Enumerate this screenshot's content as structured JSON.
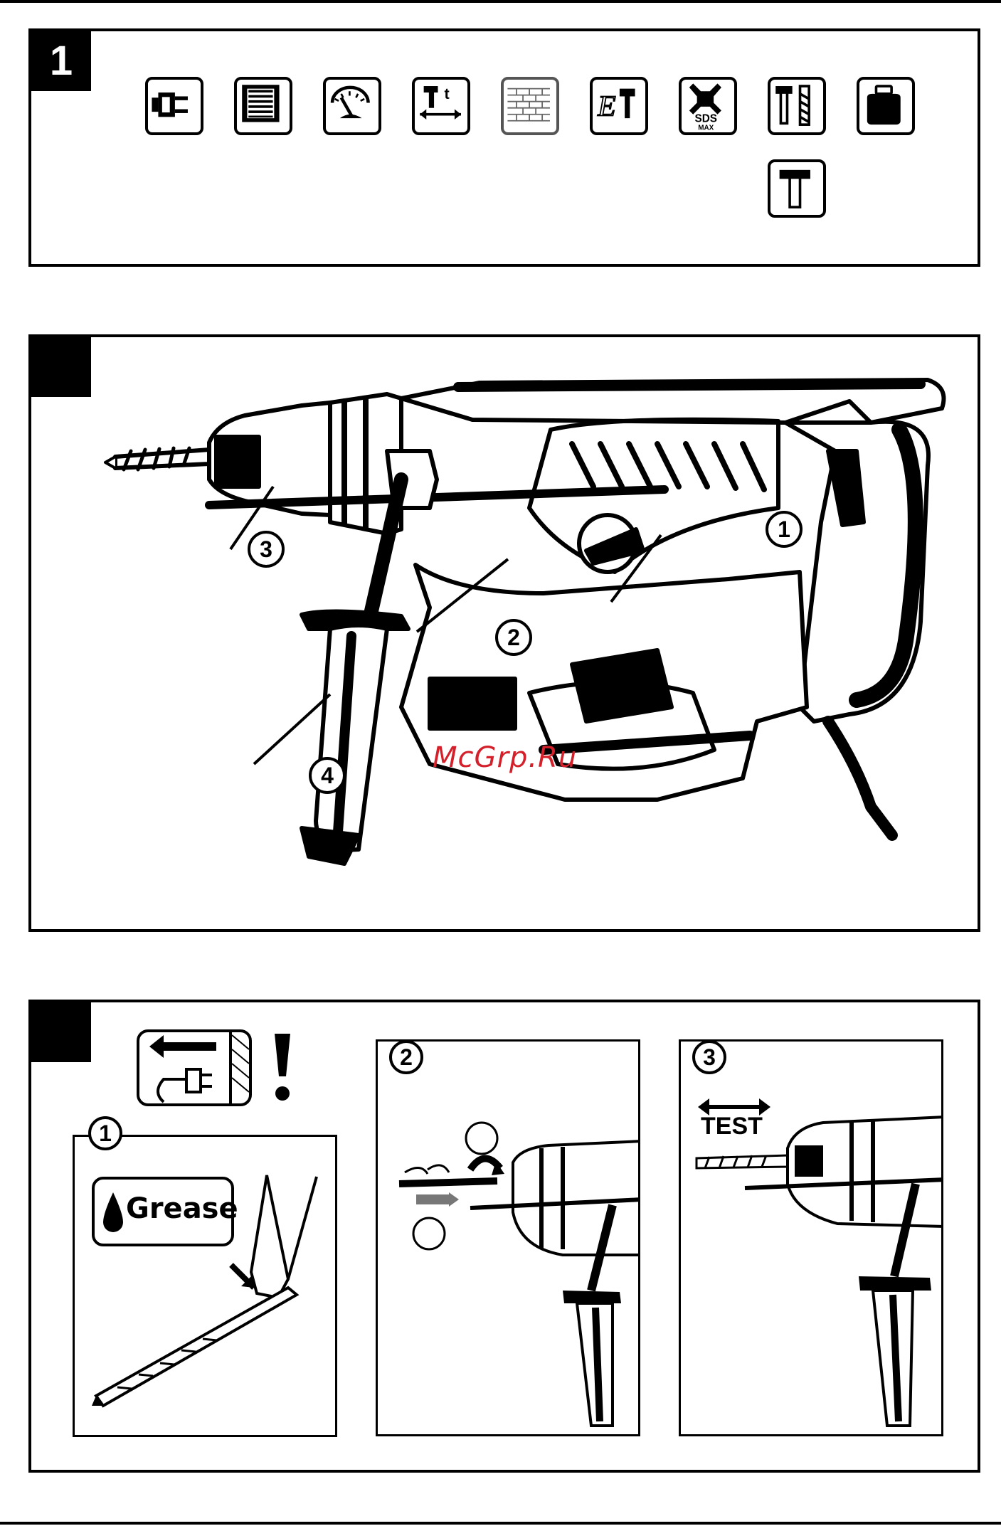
{
  "figure1": {
    "number": "1",
    "icons": [
      "plug-icon",
      "motor-icon",
      "speed-gauge-icon",
      "impact-energy-icon",
      "masonry-icon",
      "hammer-icon",
      "sds-max-icon",
      "hammer-drill-icon",
      "weight-icon",
      "chisel-hammer-icon"
    ],
    "sds_label_top": "SDS",
    "sds_label_bottom": "MAX",
    "energy_label": "t",
    "et_label": "E"
  },
  "figure2": {
    "number": "",
    "callouts": [
      "1",
      "2",
      "3",
      "4"
    ]
  },
  "watermark": "McGrp.Ru",
  "figure3": {
    "number": "",
    "steps": [
      "1",
      "2",
      "3"
    ],
    "grease_label": "Grease",
    "test_label": "TEST",
    "warning_mark": "!",
    "icons": [
      "unplug-icon",
      "grease-drop-icon",
      "insert-bit-icon",
      "test-arrow-icon"
    ]
  },
  "colors": {
    "ink": "#000000",
    "paper": "#ffffff",
    "watermark": "#d4202a"
  }
}
